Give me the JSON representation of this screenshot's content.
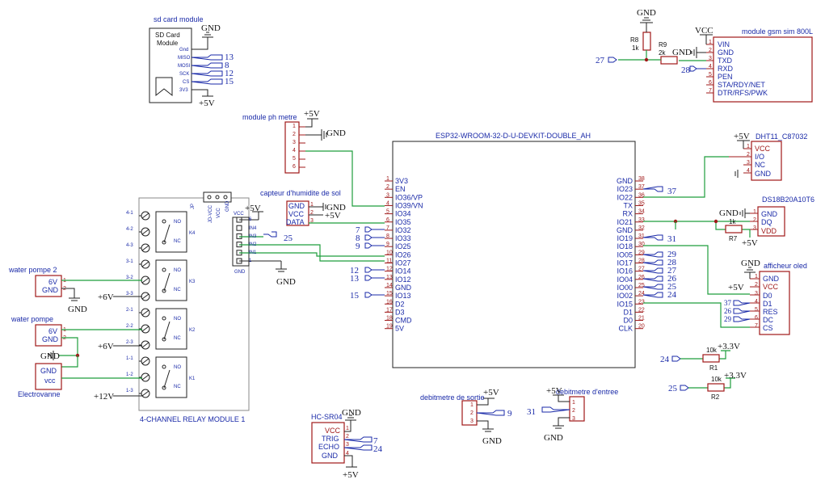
{
  "sd": {
    "title": "sd card module",
    "box_title": "SD Card",
    "box_sub": "Module",
    "pins": [
      "Gnd",
      "MISO",
      "MOSI",
      "SCK",
      "CS",
      "3V3"
    ],
    "nets": [
      "13",
      "8",
      "12",
      "15"
    ],
    "gnd": "GND",
    "pwr": "+5V"
  },
  "gsm": {
    "title": "module gsm sim 800L",
    "pwr": "VCC",
    "gnd": "GND",
    "pins": [
      "VIN",
      "GND",
      "TXD",
      "RXD",
      "PEN",
      "STA/RDY/NET",
      "DTR/RFS/PWK"
    ],
    "nums": [
      "1",
      "2",
      "3",
      "4",
      "5",
      "6",
      "7"
    ],
    "r8": "R8",
    "r8v": "1k",
    "r9": "R9",
    "r9v": "2k",
    "net27": "27",
    "net28": "28"
  },
  "ph": {
    "title": "module ph metre",
    "pwr": "+5V",
    "gnd": "GND",
    "nums": [
      "1",
      "2",
      "3",
      "4",
      "5",
      "6"
    ]
  },
  "hum": {
    "title": "capteur d'humidite de sol",
    "pins": [
      "GND",
      "VCC",
      "DATA"
    ],
    "nums": [
      "1",
      "2",
      "3"
    ],
    "gnd": "GND",
    "pwr": "+5V"
  },
  "esp": {
    "title": "ESP32-WROOM-32-D-U-DEVKIT-DOUBLE_AH",
    "left": [
      "3V3",
      "EN",
      "IO36/VP",
      "IO39/VN",
      "IO34",
      "IO35",
      "IO32",
      "IO33",
      "IO25",
      "IO26",
      "IO27",
      "IO14",
      "IO12",
      "GND",
      "IO13",
      "D2",
      "D3",
      "CMD",
      "5V"
    ],
    "leftn": [
      "1",
      "2",
      "3",
      "4",
      "5",
      "6",
      "7",
      "8",
      "9",
      "10",
      "11",
      "12",
      "13",
      "14",
      "15",
      "16",
      "17",
      "18",
      "19"
    ],
    "right": [
      "GND",
      "IO23",
      "IO22",
      "TX",
      "RX",
      "IO21",
      "GND",
      "IO19",
      "IO18",
      "IO05",
      "IO17",
      "IO16",
      "IO04",
      "IO00",
      "IO02",
      "IO15",
      "D1",
      "D0",
      "CLK"
    ],
    "rightn": [
      "38",
      "37",
      "36",
      "35",
      "34",
      "33",
      "32",
      "31",
      "30",
      "29",
      "28",
      "27",
      "26",
      "25",
      "24",
      "23",
      "22",
      "21",
      "20"
    ],
    "netsL": [
      "7",
      "8",
      "9",
      "12",
      "13",
      "15"
    ],
    "netsR": [
      "37",
      "31",
      "29",
      "28",
      "27",
      "26",
      "25",
      "24"
    ]
  },
  "dht": {
    "title": "DHT11_C87032",
    "pwr": "+5V",
    "pins": [
      "VCC",
      "I/O",
      "NC",
      "GND"
    ],
    "nums": [
      "1",
      "2",
      "3",
      "4"
    ]
  },
  "ds": {
    "title": "DS18B20A10T6",
    "gnd": "GND",
    "pins": [
      "GND",
      "DQ",
      "VDD"
    ],
    "nums": [
      "1",
      "2",
      "3"
    ],
    "r": "R7",
    "rv": "1k",
    "pwr": "+5V"
  },
  "oled": {
    "title": "afficheur oled",
    "gnd": "GND",
    "pwr": "+5V",
    "pins": [
      "GND",
      "VCC",
      "D0",
      "D1",
      "RES",
      "DC",
      "CS"
    ],
    "nums": [
      "1",
      "2",
      "3",
      "4",
      "5",
      "6",
      "7"
    ],
    "nets": [
      "37",
      "26",
      "29"
    ]
  },
  "r1": {
    "name": "R1",
    "val": "10k",
    "pwr": "+3.3V",
    "net": "24"
  },
  "r2": {
    "name": "R2",
    "val": "10k",
    "pwr": "+3.3V",
    "net": "25"
  },
  "relay": {
    "title": "4-CHANNEL RELAY MODULE 1",
    "jp": "JP",
    "ks": [
      "K4",
      "K3",
      "K2",
      "K1"
    ],
    "terms": [
      "4-1",
      "4-2",
      "4-3",
      "3-1",
      "3-2",
      "3-3",
      "2-1",
      "2-2",
      "2-3",
      "1-1",
      "1-2",
      "1-3"
    ],
    "no": "NO",
    "nc": "NC",
    "hdr": [
      "VCC",
      "IN4",
      "IN3",
      "IN2",
      "IN1",
      "GND"
    ],
    "hdrn": [
      "6",
      "5",
      "4",
      "3",
      "2",
      "1"
    ],
    "jpp": [
      "GND",
      "VCC",
      "JD-VCC"
    ],
    "pwr": "+5V",
    "gnd": "GND",
    "net25": "25"
  },
  "pump2": {
    "title": "water pompe 2",
    "v": "6V",
    "g": "GND",
    "n1": "1",
    "n2": "2",
    "gnd": "GND",
    "pwr": "+6V"
  },
  "pump": {
    "title": "water pompe",
    "v": "6V",
    "g": "GND",
    "n1": "1",
    "n2": "2",
    "gnd": "GND",
    "pwr": "+6V"
  },
  "valve": {
    "title": "Electrovanne",
    "g": "GND",
    "v": "vcc",
    "pwr": "+12V"
  },
  "hc": {
    "title": "HC-SR04",
    "gnd": "GND",
    "pwr": "+5V",
    "pins": [
      "VCC",
      "TRIG",
      "ECHO",
      "GND"
    ],
    "nums": [
      "1",
      "2",
      "3",
      "4"
    ],
    "nets": [
      "7",
      "24"
    ]
  },
  "debs": {
    "title": "debitmetre de sortie",
    "pwr": "+5V",
    "gnd": "GND",
    "nums": [
      "1",
      "2",
      "3"
    ],
    "net": "9"
  },
  "debe": {
    "title": "debitmetre d'entree",
    "pwr": "+5V",
    "gnd": "GND",
    "nums": [
      "1",
      "2",
      "3"
    ],
    "net": "31"
  }
}
